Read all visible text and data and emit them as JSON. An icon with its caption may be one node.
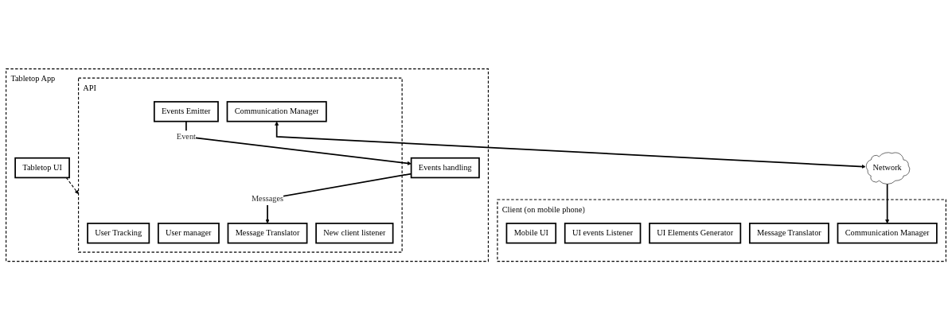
{
  "diagram": {
    "nodes": [
      {
        "text": [
          "Tabletop App"
        ]
      },
      {
        "text": [
          "Tabletop UI"
        ],
        "in": 0
      },
      {
        "text": [
          "Events handling"
        ],
        "in": 0
      },
      {
        "text": [
          "API"
        ],
        "in": 0
      },
      {
        "text": [
          "User Tracking"
        ],
        "in": 3
      },
      {
        "text": [
          "Events Emitter"
        ],
        "in": 3
      },
      {
        "text": [
          "User manager"
        ],
        "in": 3
      },
      {
        "text": [
          "Message Translator"
        ],
        "in": 3
      },
      {
        "text": [
          "New client listener"
        ],
        "in": 3
      },
      {
        "text": [
          "Communication Manager"
        ],
        "in": 3
      },
      {
        "text": [
          "Client (on mobile phone)"
        ]
      },
      {
        "text": [
          "Mobile UI"
        ],
        "in": 10
      },
      {
        "text": [
          "UI events Listener"
        ],
        "in": 10
      },
      {
        "text": [
          "UI Elements Generator"
        ],
        "in": 10
      },
      {
        "text": [
          "Message Translator"
        ],
        "in": 10
      },
      {
        "text": [
          "Communication Manager"
        ],
        "in": 10
      },
      {
        "text": [
          "Network"
        ]
      }
    ],
    "edges": [
      {
        "from": 1,
        "to": 3,
        "arrow": "to",
        "style": "dashed"
      },
      {
        "from": 5,
        "to": 2,
        "arrow": "to",
        "label": "Event"
      },
      {
        "from": 2,
        "to": 7,
        "arrow": "to",
        "label": "Messages"
      },
      {
        "from": 9,
        "to": 16,
        "arrow": "both"
      },
      {
        "from": 16,
        "to": 15,
        "arrow": "to"
      }
    ]
  }
}
